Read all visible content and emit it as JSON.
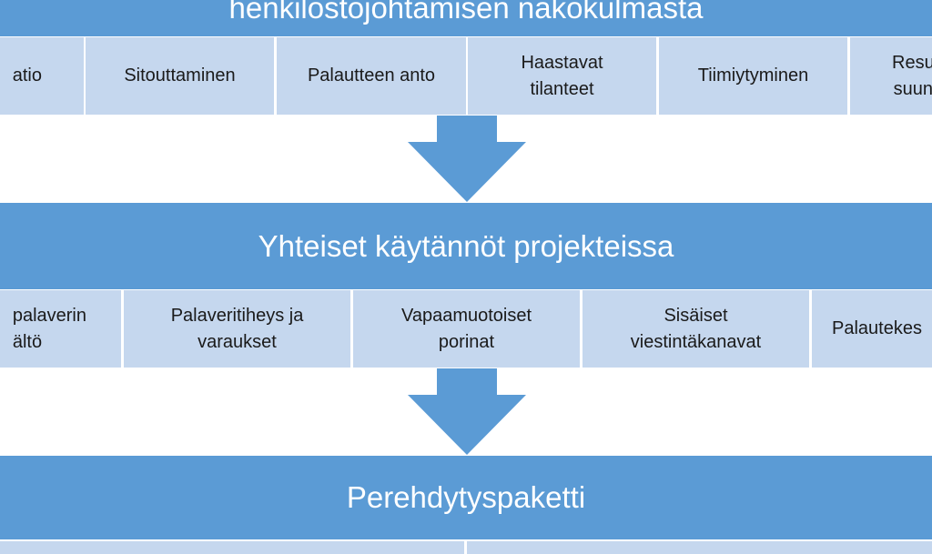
{
  "colors": {
    "header_blue": "#5b9bd5",
    "cell_light_blue": "#c5d7ee",
    "text_dark": "#1a1a1a",
    "text_white": "#ffffff"
  },
  "section1": {
    "title": "henkilöstöjohtamisen näkökulmasta",
    "cells": [
      "atio",
      "Sitouttaminen",
      "Palautteen anto",
      "Haastavat\ntilanteet",
      "Tiimiytyminen",
      "Resu\nsuun"
    ]
  },
  "section2": {
    "title": "Yhteiset käytännöt projekteissa",
    "cells": [
      "palaverin\nältö",
      "Palaveritiheys ja\nvaraukset",
      "Vapaamuotoiset\nporinat",
      "Sisäiset\nviestintäkanavat",
      "Palautekes"
    ]
  },
  "section3": {
    "title": "Perehdytyspaketti"
  }
}
